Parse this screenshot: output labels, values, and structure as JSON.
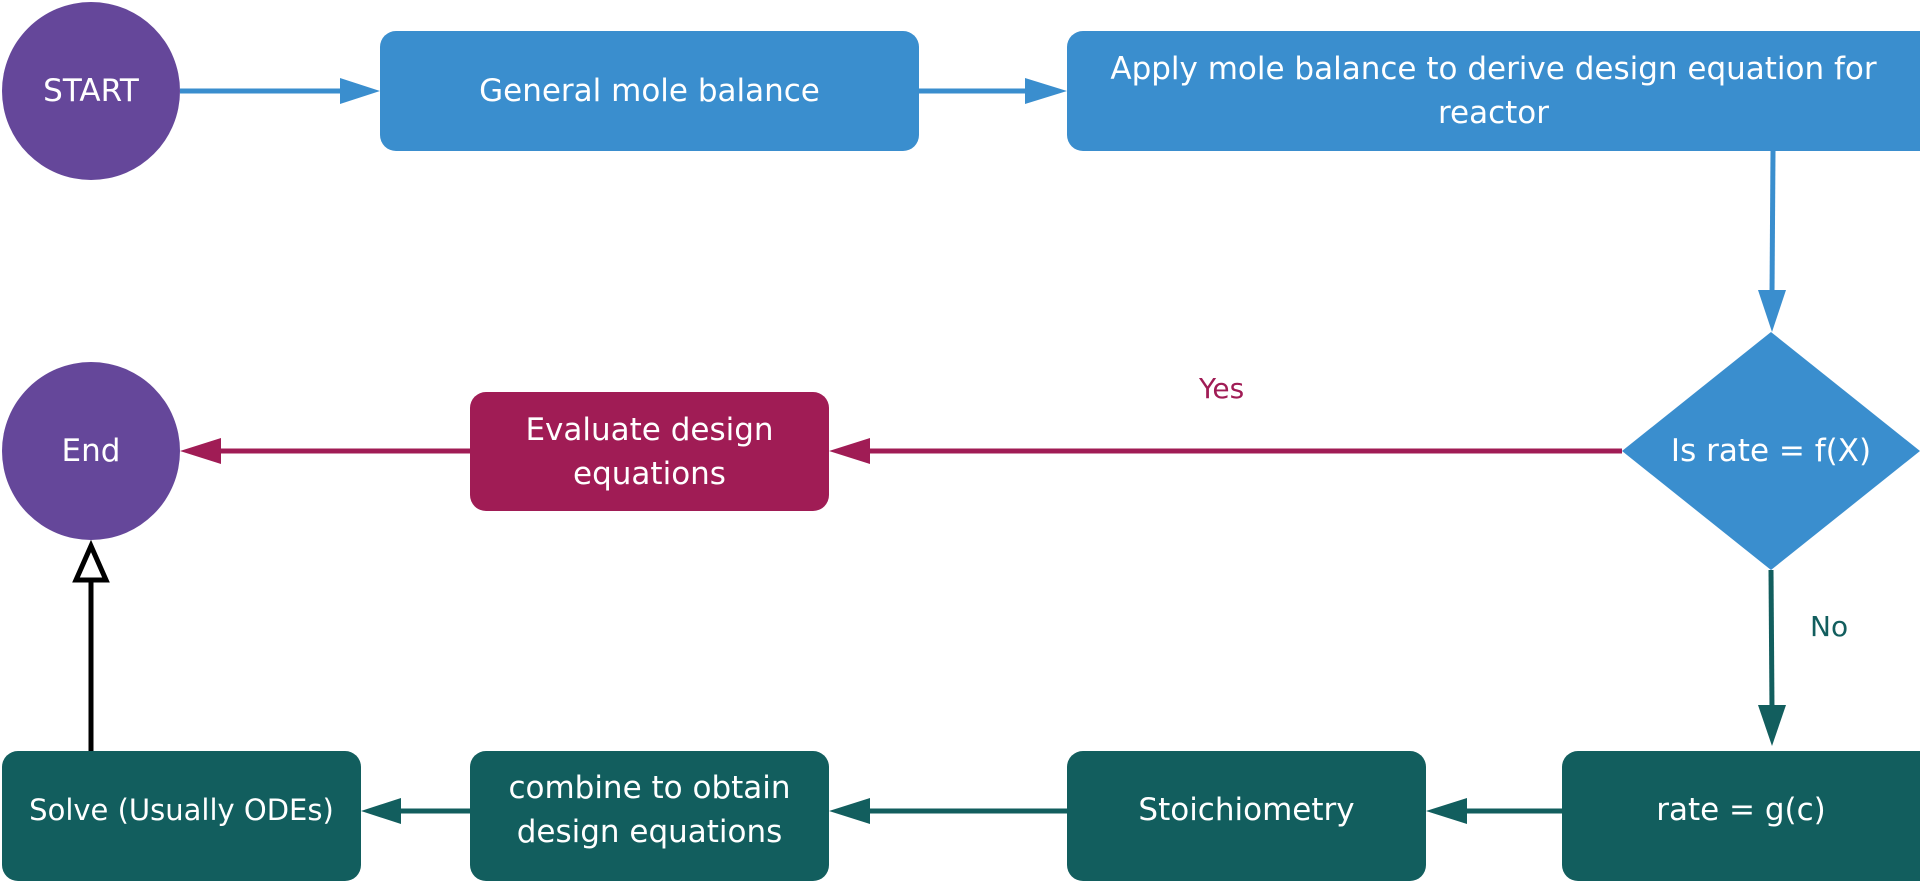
{
  "colors": {
    "terminal": "#65479A",
    "process_blue": "#3A8ECE",
    "evaluate": "#A01C55",
    "process_teal": "#125E5E",
    "solve_arrow": "#000000"
  },
  "nodes": {
    "start": "START",
    "general_mole_balance": "General mole balance",
    "apply_mole_balance": "Apply mole balance to derive design equation for reactor",
    "decision": "Is rate = f(X)",
    "evaluate": "Evaluate design equations",
    "end": "End",
    "rate": "rate = g(c)",
    "stoichiometry": "Stoichiometry",
    "combine": "combine to obtain design equations",
    "solve": "Solve (Usually ODEs)"
  },
  "edge_labels": {
    "yes": "Yes",
    "no": "No"
  }
}
